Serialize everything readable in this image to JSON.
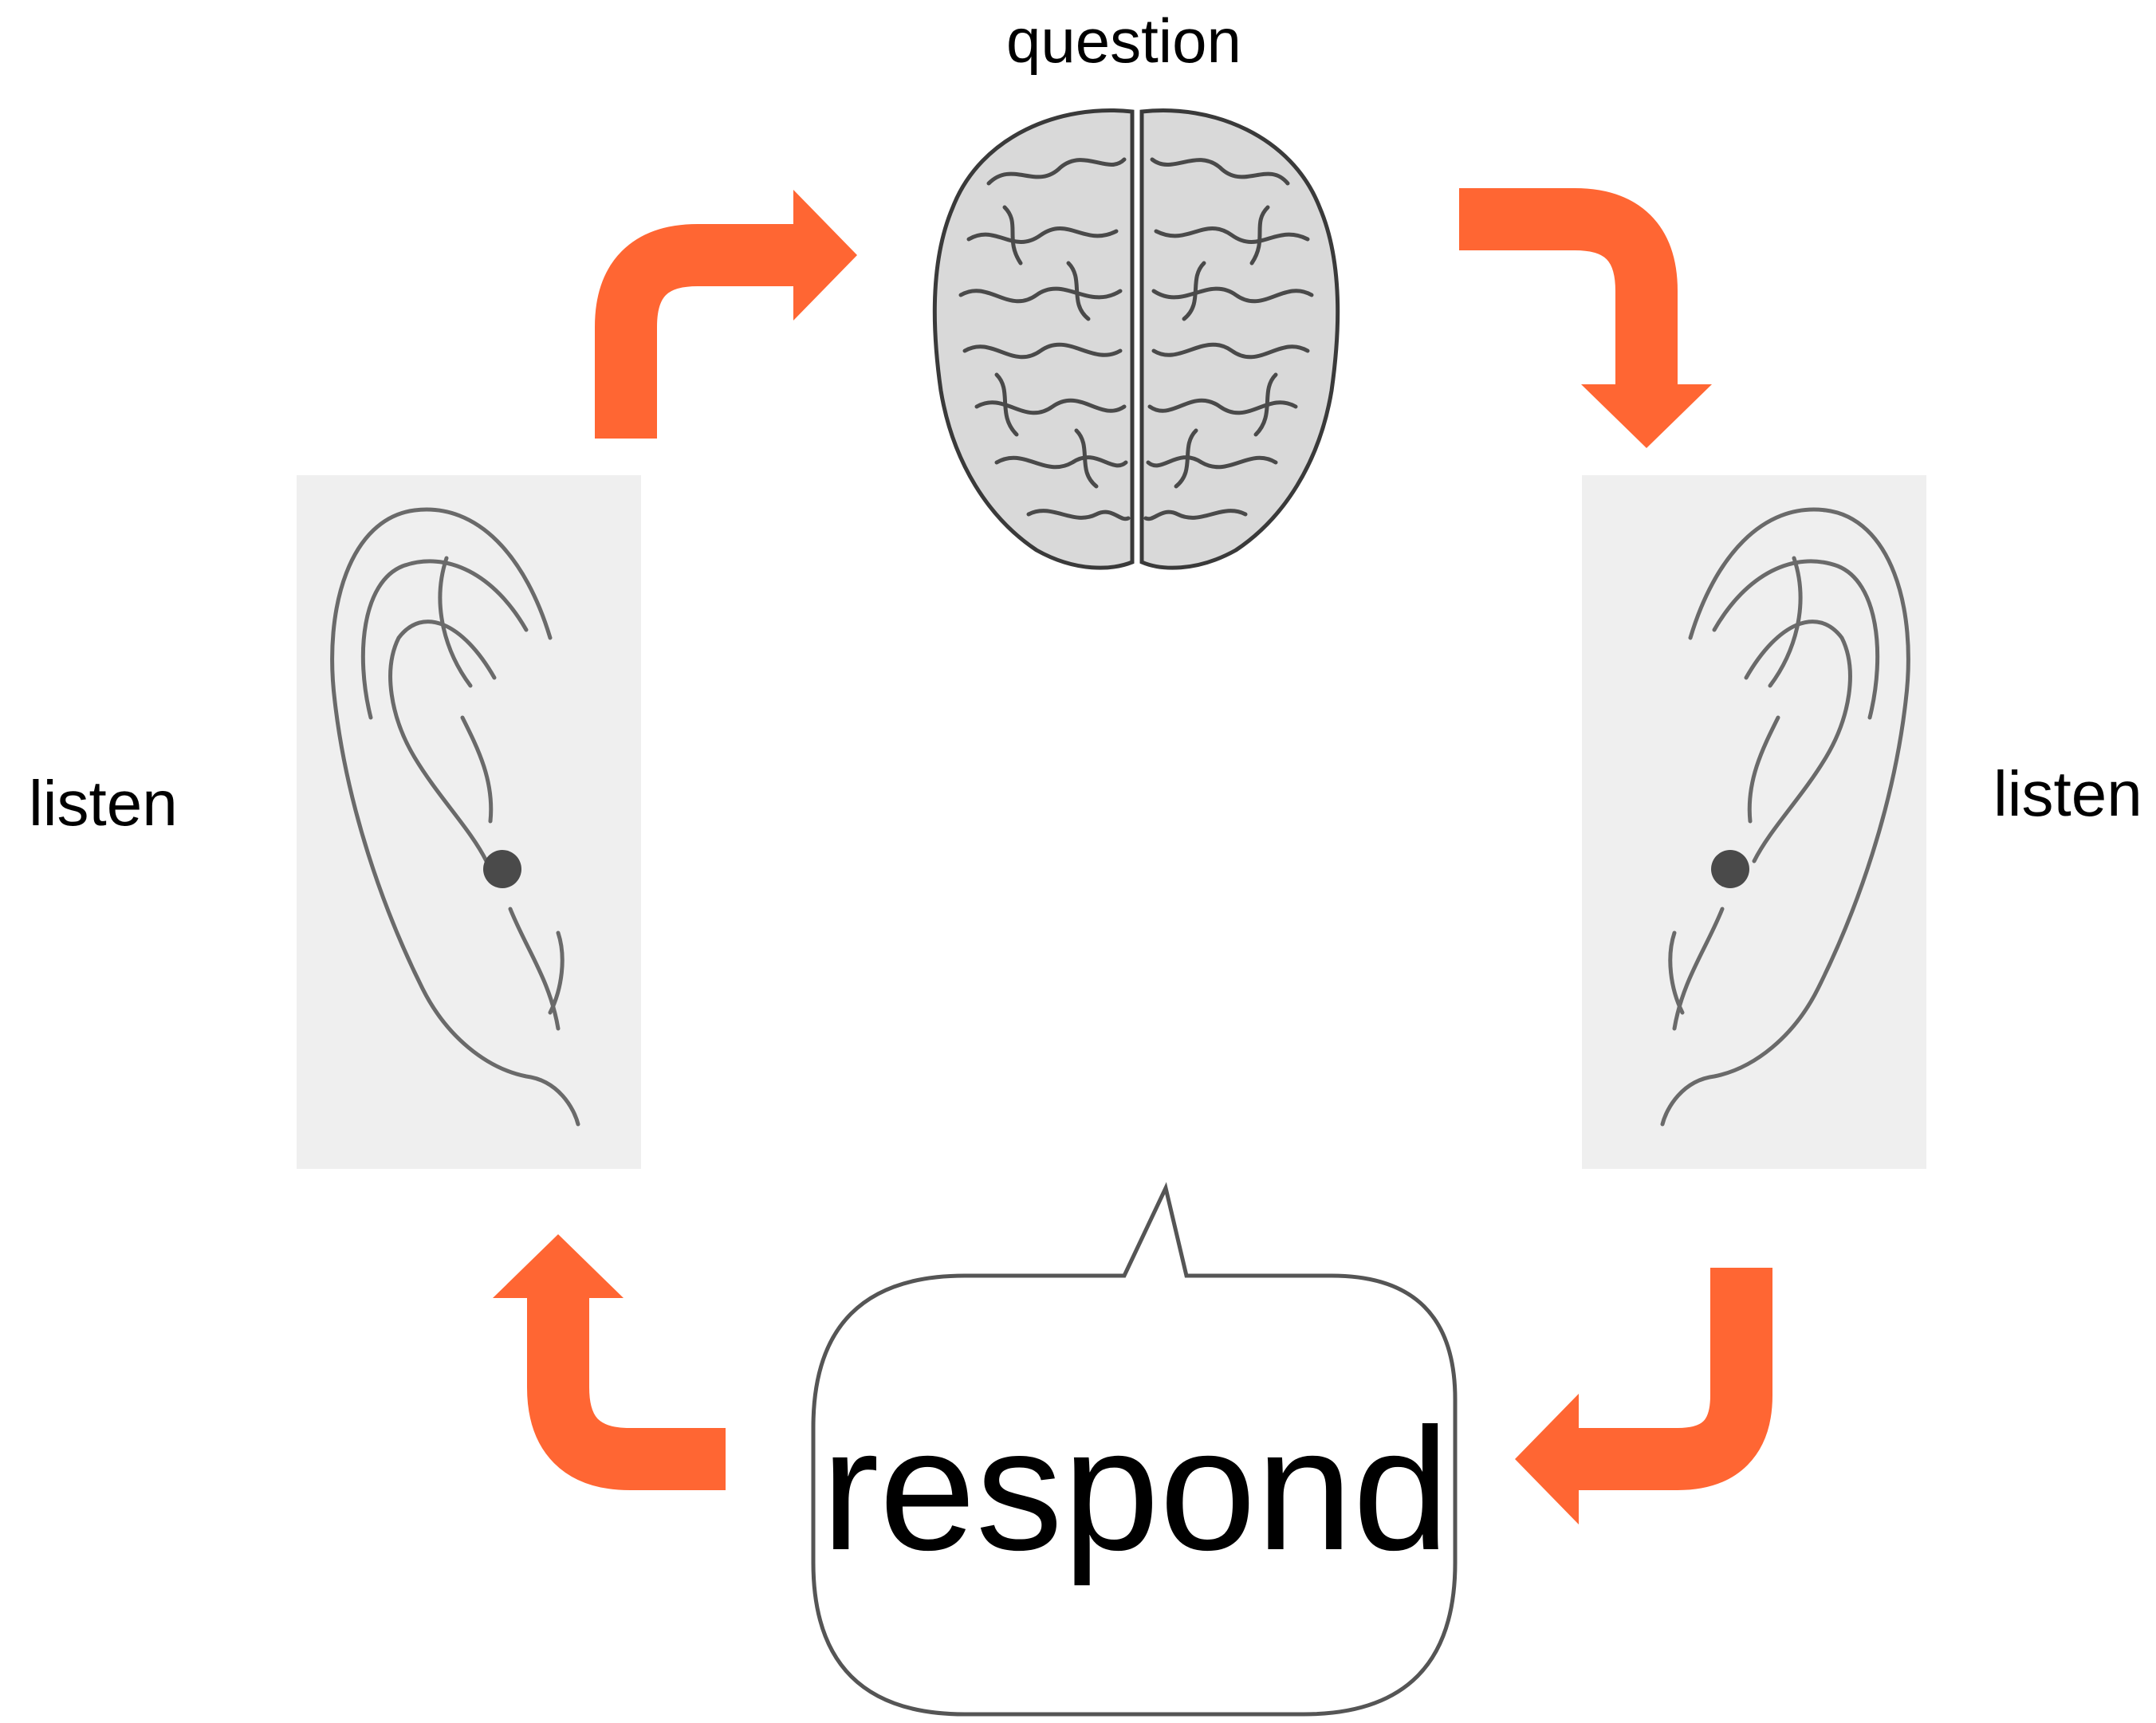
{
  "labels": {
    "question": "question",
    "listen_left": "listen",
    "listen_right": "listen",
    "respond": "respond"
  },
  "colors": {
    "arrow": "#ff6633",
    "bubble_stroke": "#555555",
    "ear_panel": "#efefef",
    "ear_sketch": "#6a6a6a",
    "brain_fill": "#d9d9d9",
    "brain_stroke": "#3a3a3a"
  },
  "icons": {
    "brain": "brain-icon",
    "ear_left": "ear-icon",
    "ear_right": "ear-icon",
    "speech_bubble": "speech-bubble-icon"
  }
}
